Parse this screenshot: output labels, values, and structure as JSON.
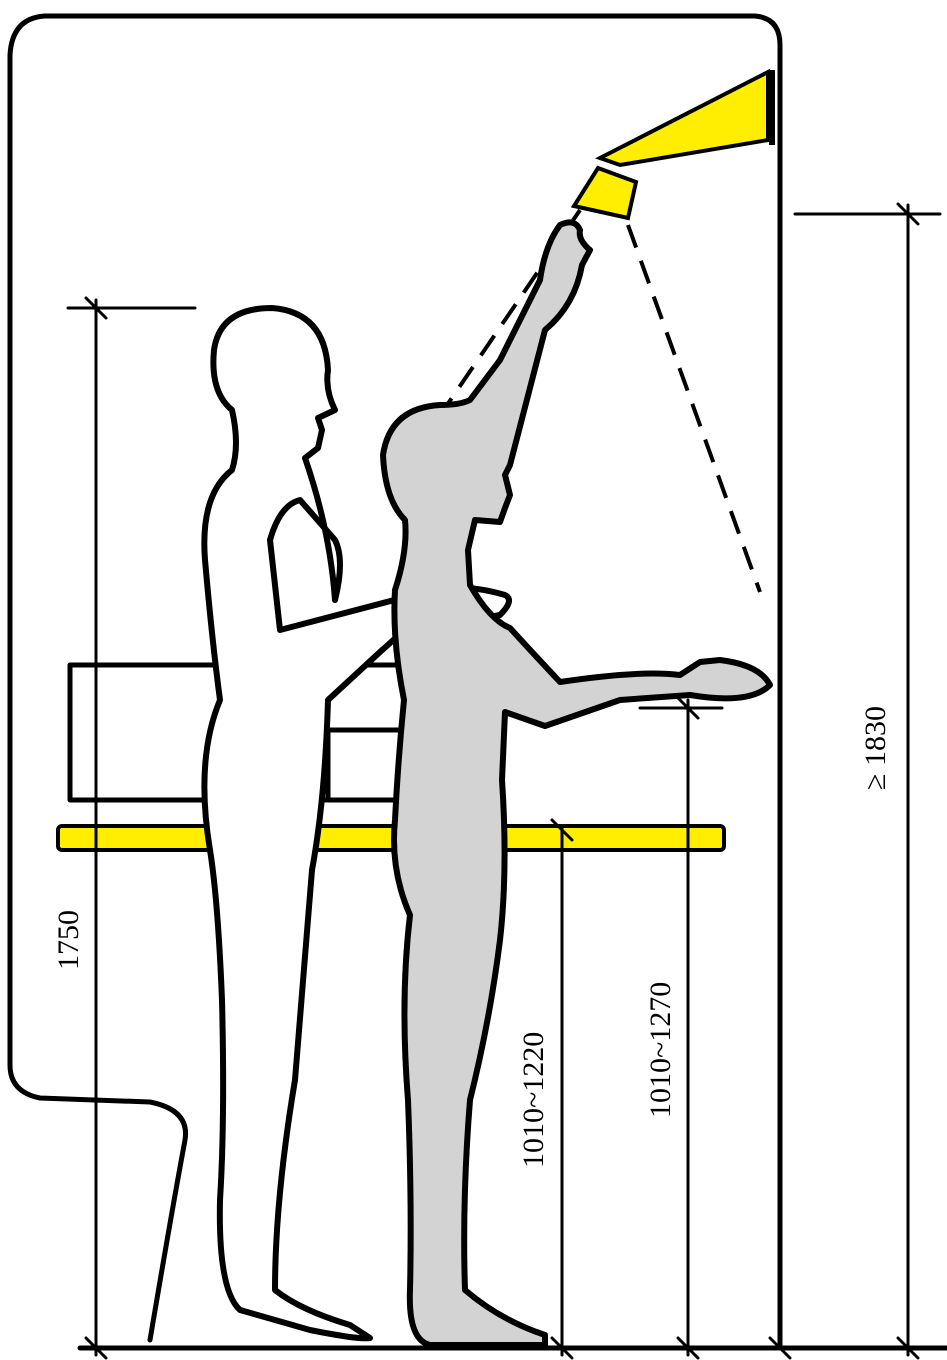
{
  "dimensions": {
    "left_height": "1750",
    "counter_height": "1010~1220",
    "hand_height": "1010~1270",
    "shower_height": "≥ 1830"
  },
  "colors": {
    "accent_yellow": "#ffee00",
    "figure_gray": "#d3d3d3",
    "line": "#000000"
  }
}
